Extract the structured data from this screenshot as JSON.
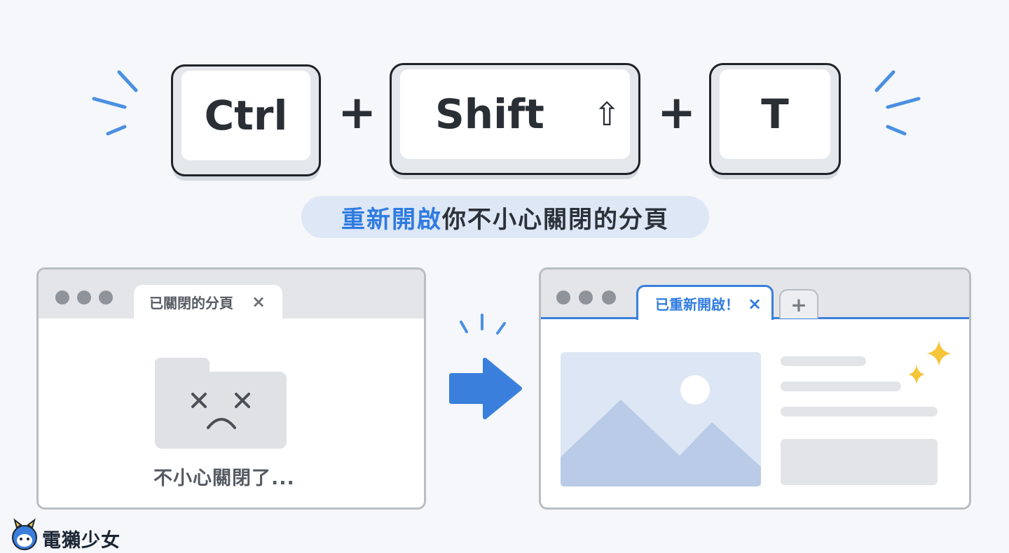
{
  "keys": {
    "ctrl": "Ctrl",
    "shift": "Shift",
    "shift_symbol": "⇧",
    "t": "T",
    "plus": "+"
  },
  "caption": {
    "highlight": "重新開啟",
    "rest": "你不小心關閉的分頁"
  },
  "left_browser": {
    "tab_label": "已關閉的分頁",
    "tab_close": "×",
    "message": "不小心關閉了..."
  },
  "right_browser": {
    "tab_label": "已重新開啟！",
    "tab_close": "×",
    "new_tab": "+"
  },
  "brand": {
    "name": "電獺少女"
  },
  "colors": {
    "accent": "#2f7be0",
    "arrow": "#3a7fdc",
    "sparkle": "#f5c53a",
    "key_border": "#1f2329",
    "caption_bg": "#dde7f6"
  }
}
